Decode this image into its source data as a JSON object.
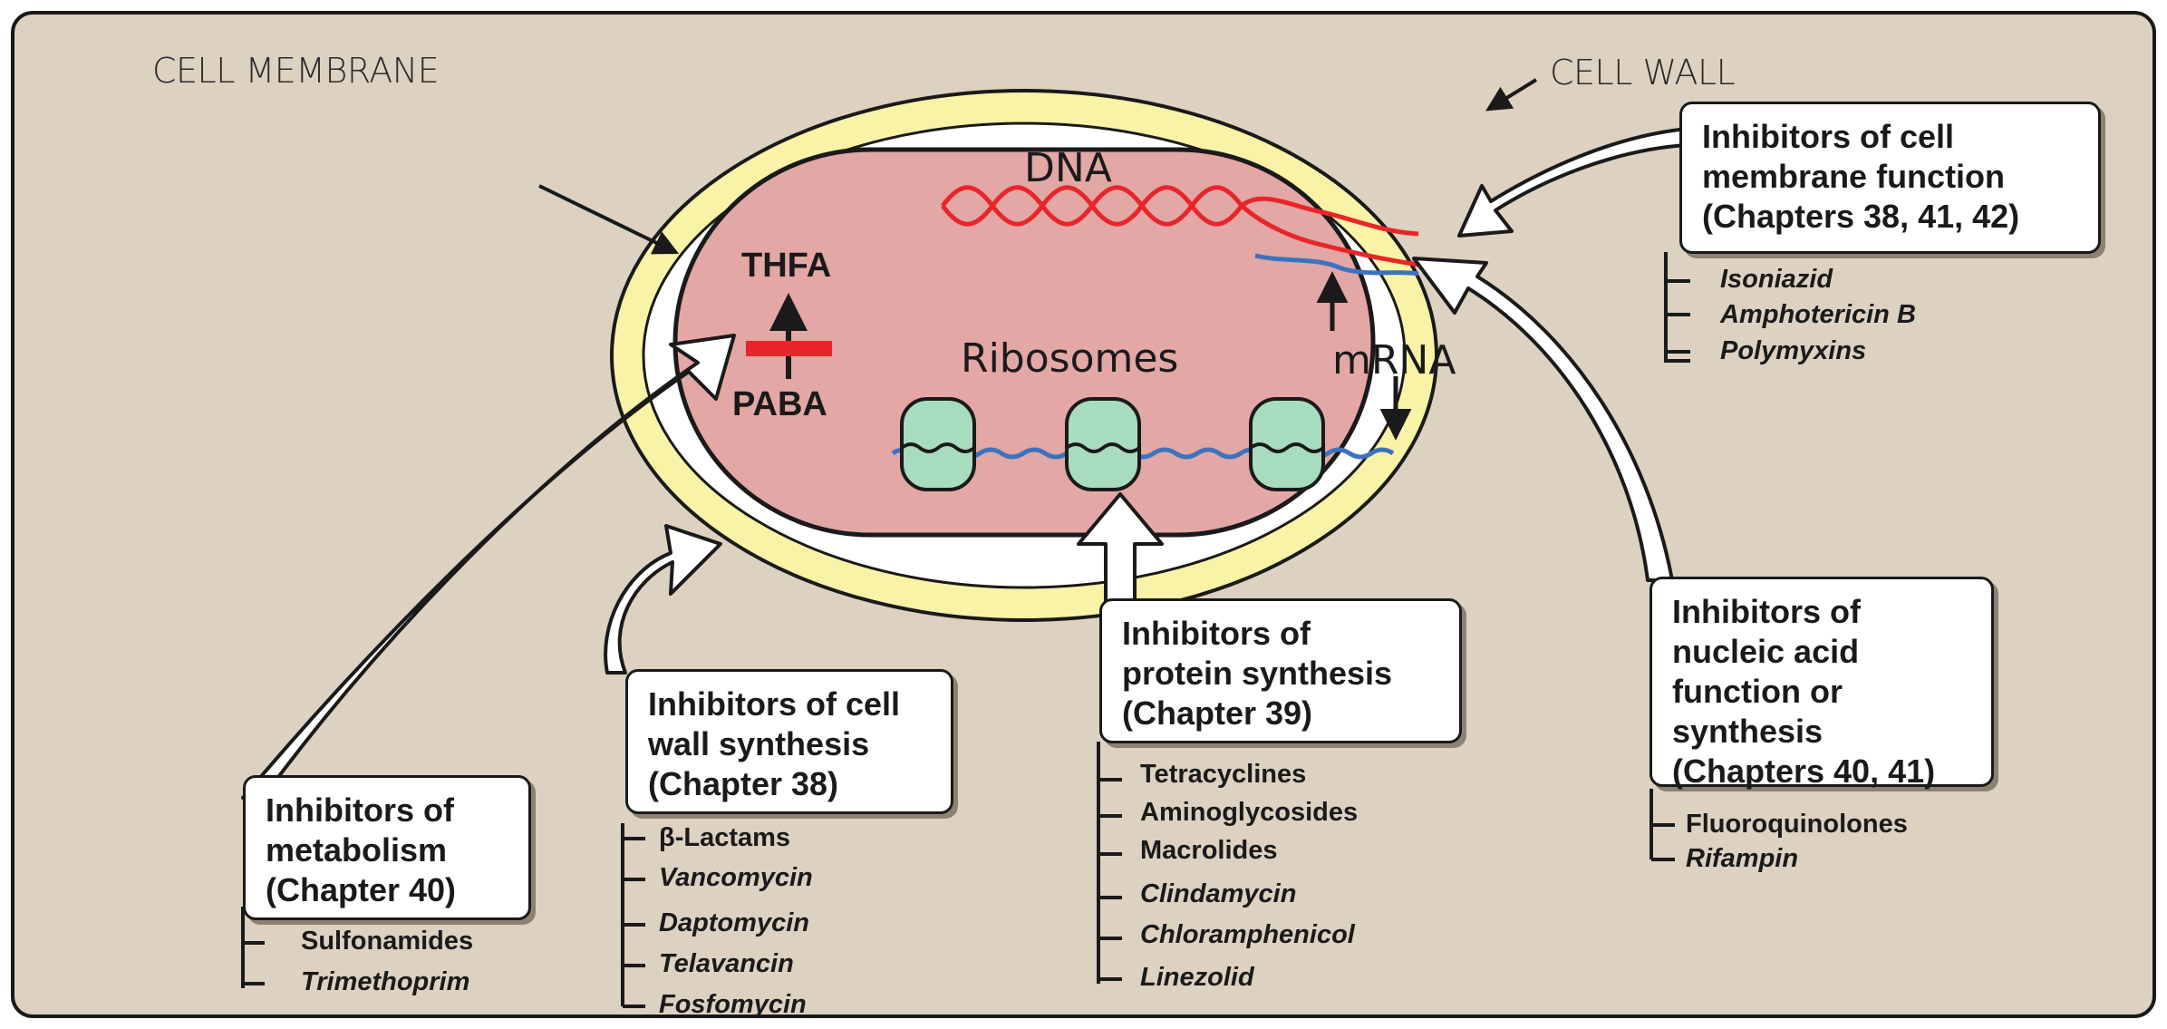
{
  "labels": {
    "cell_membrane": "CELL MEMBRANE",
    "cell_wall": "CELL WALL",
    "dna": "DNA",
    "thfa": "THFA",
    "paba": "PABA",
    "ribosomes": "Ribosomes",
    "mrna": "mRNA"
  },
  "groups": {
    "membrane": {
      "lines": [
        "Inhibitors of cell",
        "membrane function",
        "(Chapters 38, 41, 42)"
      ],
      "drugs": [
        {
          "name": "Isoniazid",
          "italic": true
        },
        {
          "name": "Amphotericin B",
          "italic": true
        },
        {
          "name": "Polymyxins",
          "italic": true
        }
      ]
    },
    "nucleic": {
      "lines": [
        "Inhibitors of",
        "nucleic acid",
        "function or",
        "synthesis",
        "(Chapters 40, 41)"
      ],
      "drugs": [
        {
          "name": "Fluoroquinolones",
          "italic": false
        },
        {
          "name": "Rifampin",
          "italic": true
        }
      ]
    },
    "protein": {
      "lines": [
        "Inhibitors of",
        "protein synthesis",
        "(Chapter 39)"
      ],
      "drugs": [
        {
          "name": "Tetracyclines",
          "italic": false
        },
        {
          "name": "Aminoglycosides",
          "italic": false
        },
        {
          "name": "Macrolides",
          "italic": false
        },
        {
          "name": "Clindamycin",
          "italic": true
        },
        {
          "name": "Chloramphenicol",
          "italic": true
        },
        {
          "name": "Linezolid",
          "italic": true
        }
      ]
    },
    "cellwall": {
      "lines": [
        "Inhibitors of cell",
        "wall synthesis",
        "(Chapter 38)"
      ],
      "drugs": [
        {
          "name": "β-Lactams",
          "italic": false
        },
        {
          "name": "Vancomycin",
          "italic": true
        },
        {
          "name": "Daptomycin",
          "italic": true
        },
        {
          "name": "Telavancin",
          "italic": true
        },
        {
          "name": "Fosfomycin",
          "italic": true
        }
      ]
    },
    "metabolism": {
      "lines": [
        "Inhibitors of",
        "metabolism",
        "(Chapter 40)"
      ],
      "drugs": [
        {
          "name": "Sulfonamides",
          "italic": false
        },
        {
          "name": "Trimethoprim",
          "italic": true
        }
      ]
    }
  },
  "colors": {
    "background": "#ddd1c1",
    "cell_wall": "#f8f3a6",
    "cytoplasm": "#e3a7a5",
    "dna": "#e8262a",
    "mrna": "#3b73bf",
    "ribosome": "#a8dcc0",
    "block_bar": "#e8262a"
  }
}
